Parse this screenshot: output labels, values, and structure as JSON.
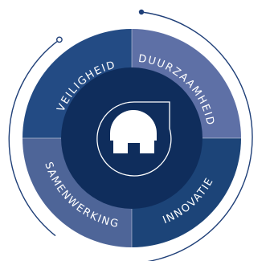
{
  "segments": [
    {
      "label": "VEILIGHEID",
      "color": "#234b84"
    },
    {
      "label": "DUURZAAMHEID",
      "color": "#5e70a6"
    },
    {
      "label": "SAMENWERKING",
      "color": "#4e6598"
    },
    {
      "label": "INNOVATIE",
      "color": "#1c4478"
    }
  ],
  "colors": {
    "inner_disc": "#0f2d5c",
    "orbit_line": "#1f3f78",
    "icon": "#ffffff"
  },
  "icon": "house-icon"
}
